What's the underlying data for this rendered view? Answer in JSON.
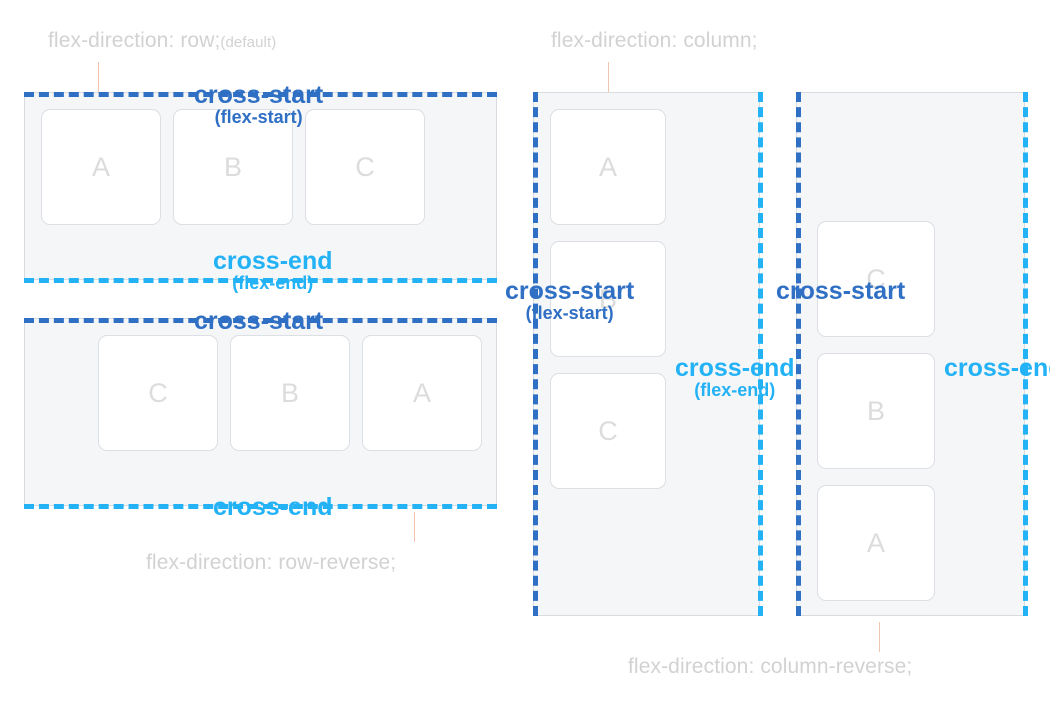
{
  "diagram": {
    "title_row": "flex-direction: row;",
    "title_row_note": "(default)",
    "title_row_reverse": "flex-direction: row-reverse;",
    "title_column": "flex-direction: column;",
    "title_column_reverse": "flex-direction: column-reverse;",
    "labels": {
      "cross_start": "cross-start",
      "cross_start_sub": "(flex-start)",
      "cross_end": "cross-end",
      "cross_end_sub": "(flex-end)"
    },
    "colors": {
      "cross_start": "#2f6fc4",
      "cross_end": "#22b2f5",
      "caption": "#d2d2d2",
      "container_fill": "#f5f6f8",
      "container_border": "#d8dbdf",
      "item_fill": "#ffffff",
      "item_border": "#dcdfe3",
      "item_text": "#dcdcdc",
      "leader": "#f2c3ad"
    },
    "panels": [
      {
        "name": "row",
        "direction": "row",
        "items": [
          "A",
          "B",
          "C"
        ],
        "cross_start_edge": "top",
        "cross_end_edge": "bottom"
      },
      {
        "name": "row-reverse",
        "direction": "row-reverse",
        "items": [
          "C",
          "B",
          "A"
        ],
        "cross_start_edge": "top",
        "cross_end_edge": "bottom"
      },
      {
        "name": "column",
        "direction": "column",
        "items": [
          "A",
          "B",
          "C"
        ],
        "cross_start_edge": "left",
        "cross_end_edge": "right"
      },
      {
        "name": "column-reverse",
        "direction": "column-reverse",
        "items": [
          "C",
          "B",
          "A"
        ],
        "cross_start_edge": "left",
        "cross_end_edge": "right"
      }
    ]
  }
}
